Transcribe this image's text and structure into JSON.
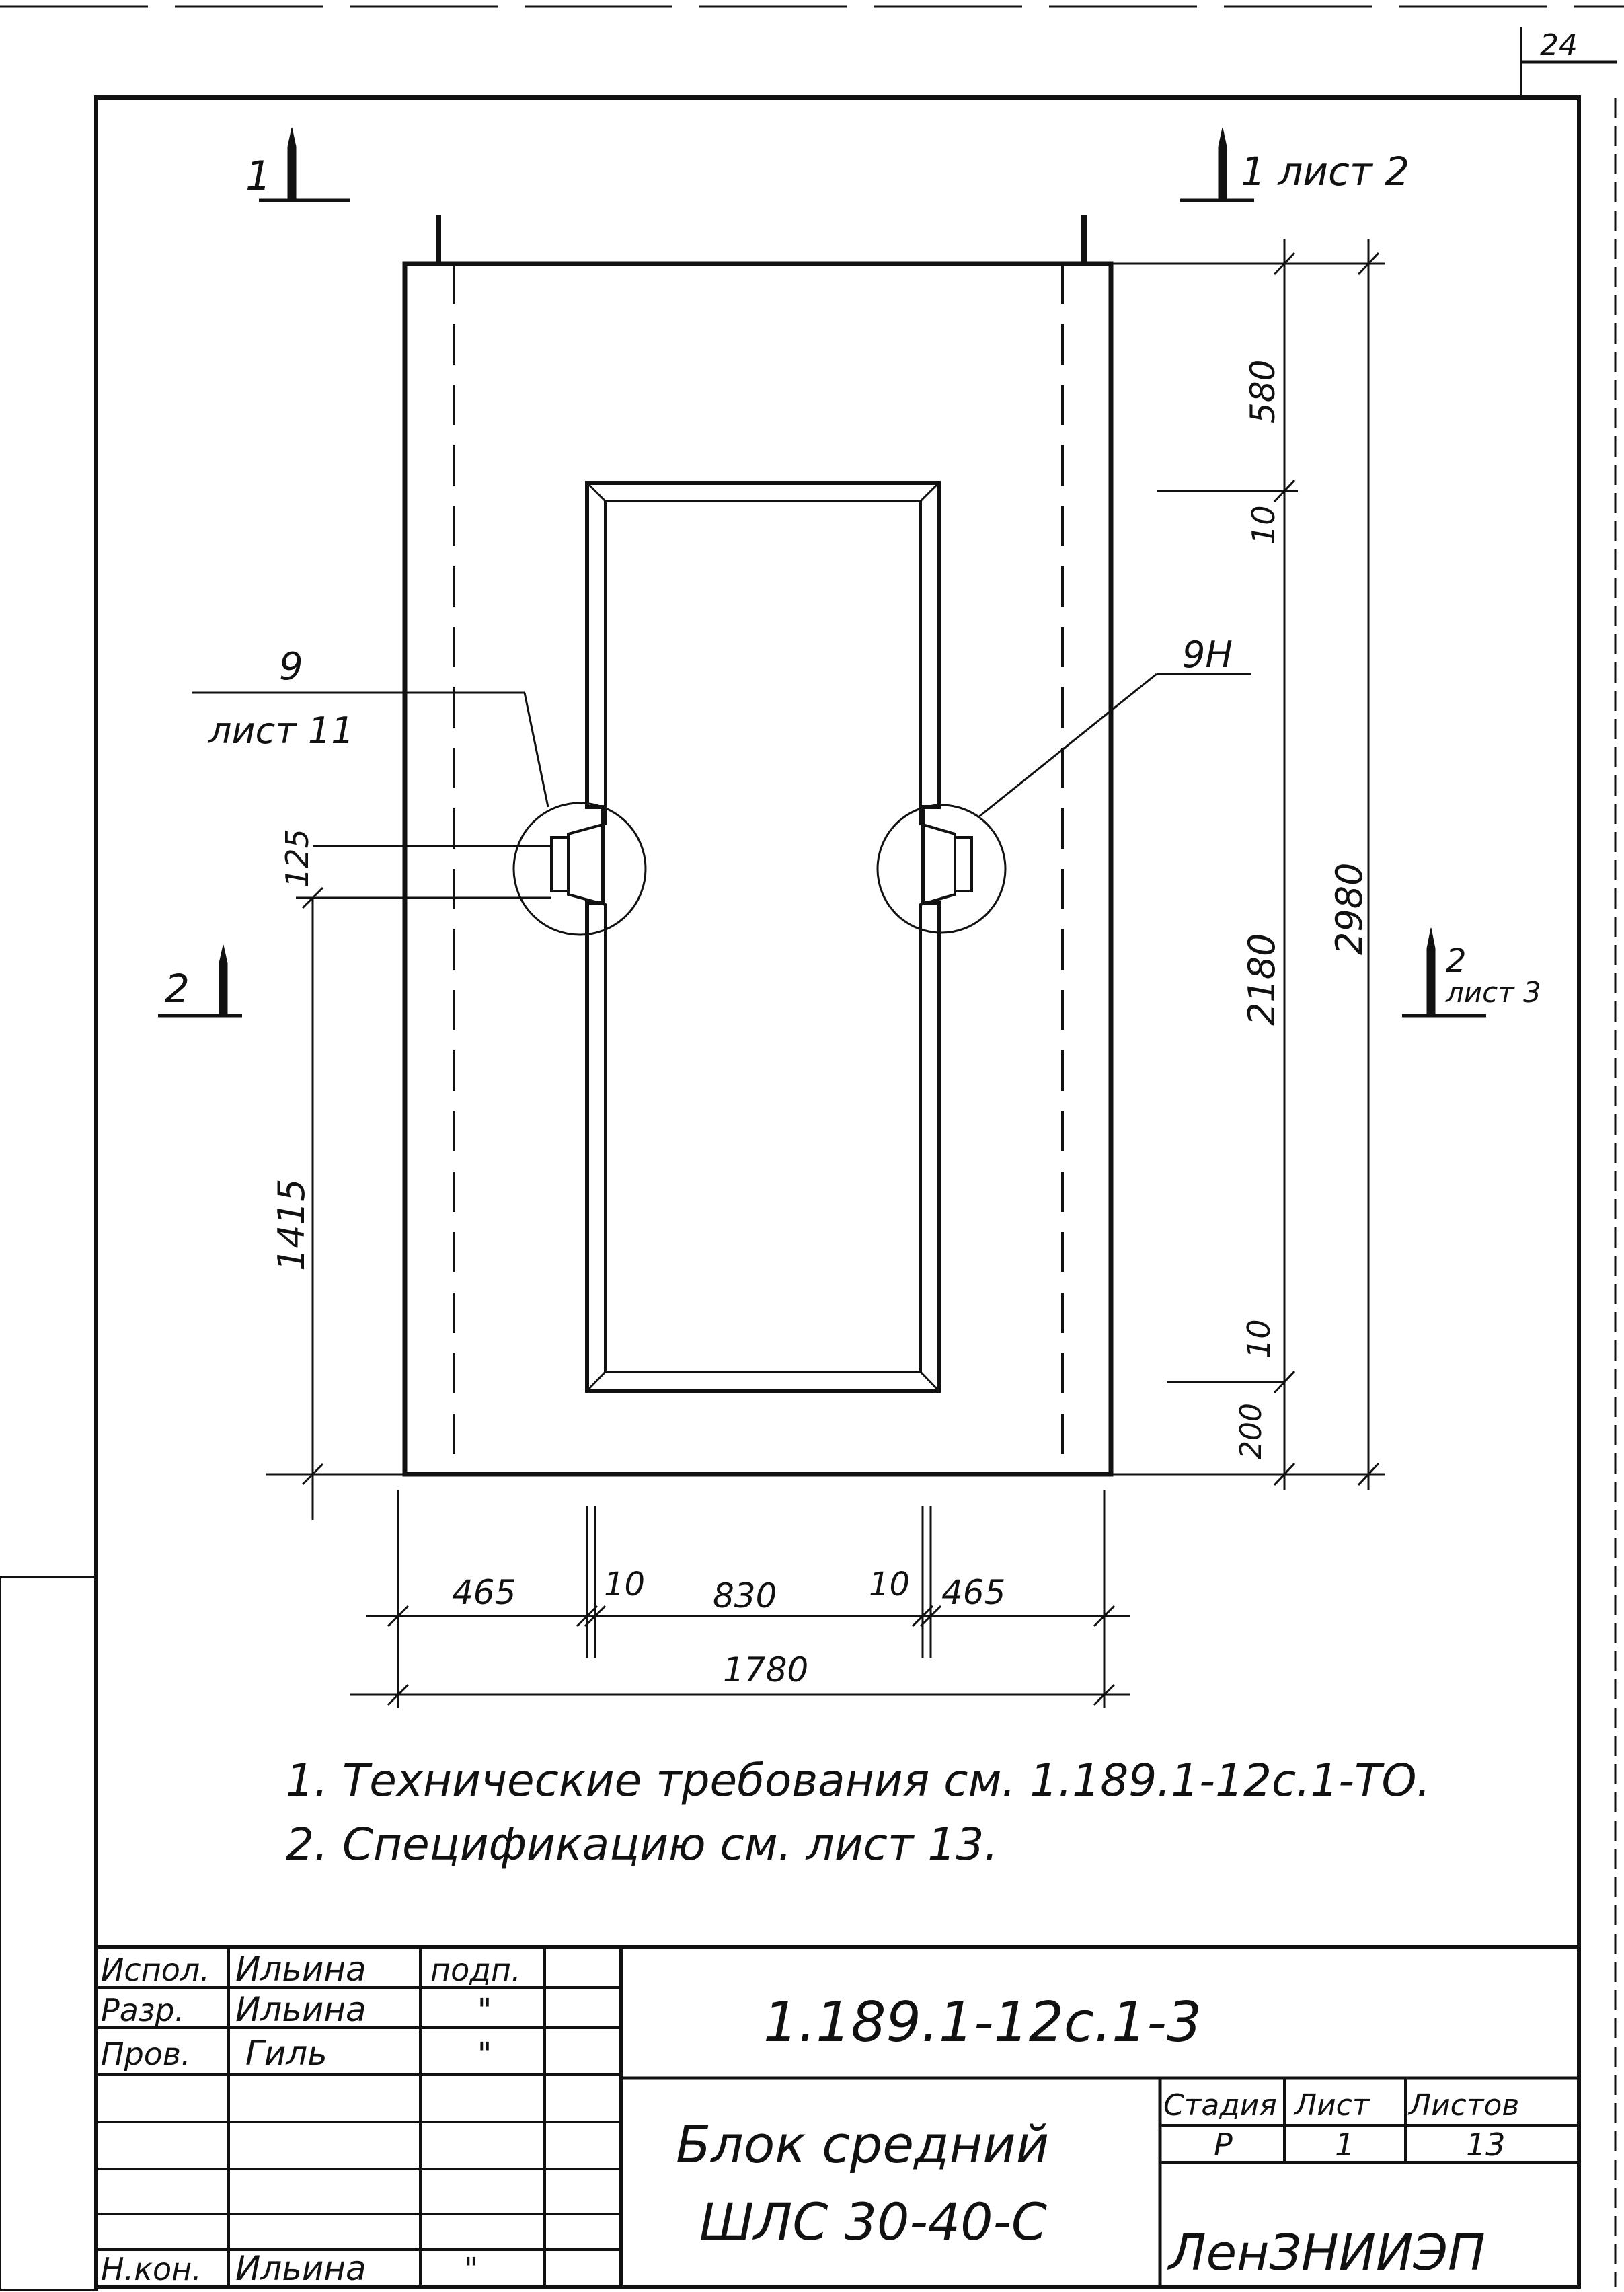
{
  "page_number": "24",
  "section_marks": {
    "top_left": "1",
    "top_right": "1 лист 2",
    "left": "2",
    "right_num": "2",
    "right_sheet": "лист 3"
  },
  "callouts": {
    "left_num": "9",
    "left_sheet": "лист 11",
    "right": "9Н"
  },
  "dimensions": {
    "top_580": "580",
    "top_10": "10",
    "opening_2180": "2180",
    "total_2980": "2980",
    "bottom_10": "10",
    "bottom_200": "200",
    "notch_125": "125",
    "left_1415": "1415",
    "w_465_left": "465",
    "w_10_left": "10",
    "w_830": "830",
    "w_10_right": "10",
    "w_465_right": "465",
    "total_1780": "1780"
  },
  "notes": [
    "1. Технические требования см. 1.189.1-12с.1-ТО.",
    "2. Спецификацию см. лист 13."
  ],
  "title_block": {
    "rows": [
      {
        "role": "Испол.",
        "name": "Ильина",
        "sign": "подп."
      },
      {
        "role": "Разр.",
        "name": "Ильина",
        "sign": "\""
      },
      {
        "role": "Пров.",
        "name": "Гиль",
        "sign": "\""
      },
      {
        "role": "",
        "name": "",
        "sign": ""
      },
      {
        "role": "",
        "name": "",
        "sign": ""
      },
      {
        "role": "",
        "name": "",
        "sign": ""
      },
      {
        "role": "Н.кон.",
        "name": "Ильина",
        "sign": "\""
      }
    ],
    "doc_code": "1.189.1-12с.1-3",
    "title_line1": "Блок средний",
    "title_line2": "ШЛС 30-40-С",
    "stage_label": "Стадия",
    "sheet_label": "Лист",
    "sheets_label": "Листов",
    "stage": "Р",
    "sheet": "1",
    "sheets": "13",
    "org": "ЛенЗНИИЭП"
  }
}
